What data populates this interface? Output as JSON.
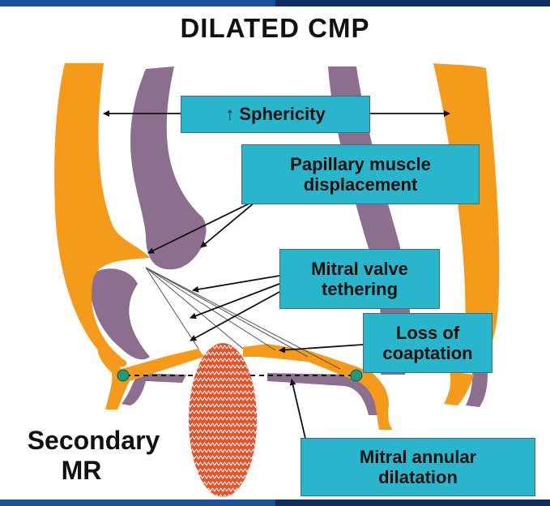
{
  "title": "DILATED CMP",
  "labels": {
    "sphericity": "↑ Sphericity",
    "papillary_line1": "Papillary muscle",
    "papillary_line2": "displacement",
    "tethering_line1": "Mitral valve",
    "tethering_line2": "tethering",
    "coaptation_line1": "Loss of",
    "coaptation_line2": "coaptation",
    "annular_line1": "Mitral annular",
    "annular_line2": "dilatation",
    "secondary_line1": "Secondary",
    "secondary_line2": "MR"
  },
  "colors": {
    "myocardium": "#f59a1a",
    "septum_purple": "#8c6e8f",
    "label_box": "#29b6cc",
    "regurgitant_jet": "#e8522a",
    "annulus_node": "#1f9a7d",
    "header_bar": "#1d4f98"
  }
}
